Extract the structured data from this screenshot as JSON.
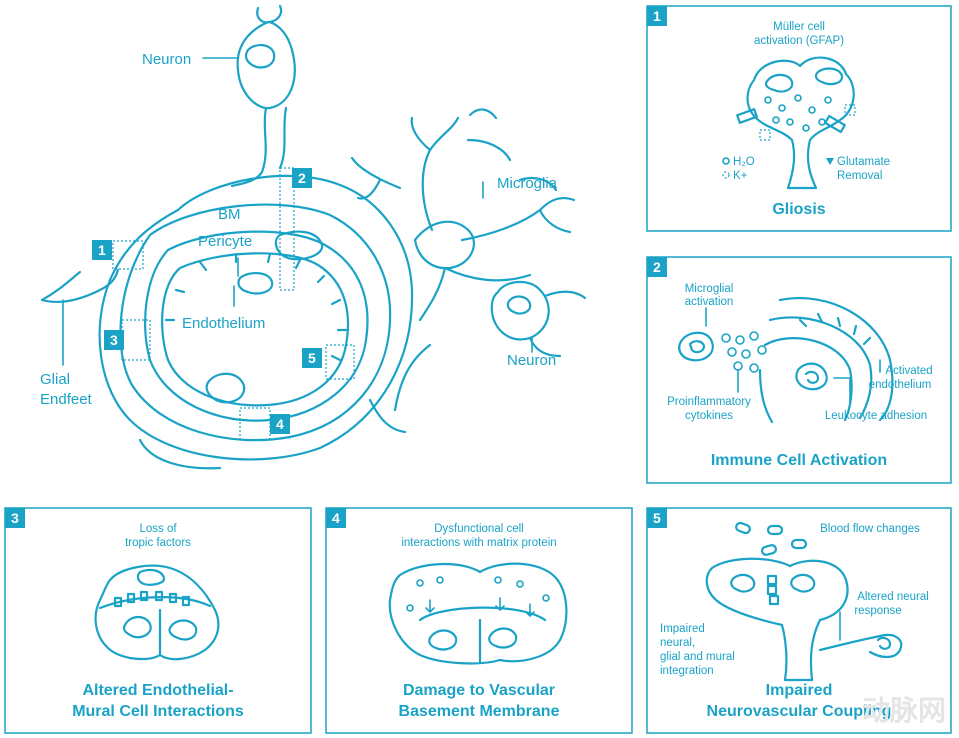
{
  "colors": {
    "accent": "#1aa3c6",
    "background": "#ffffff"
  },
  "main": {
    "neuron_top": "Neuron",
    "microglia": "Microglia",
    "neuron_right": "Neuron",
    "glial_1": "Glial",
    "glial_2": "Endfeet",
    "bm": "BM",
    "pericyte": "Pericyte",
    "endothelium": "Endothelium",
    "badges": [
      "1",
      "2",
      "3",
      "4",
      "5"
    ]
  },
  "panel1": {
    "badge": "1",
    "muller_1": "Müller cell",
    "muller_2": "activation (GFAP)",
    "h2o": "H₂O",
    "kplus": "K+",
    "glut_1": "Glutamate",
    "glut_2": "Removal",
    "title": "Gliosis"
  },
  "panel2": {
    "badge": "2",
    "micro_1": "Microglial",
    "micro_2": "activation",
    "activated_1": "Activated",
    "activated_2": "endothelium",
    "cyto_1": "Proinflammatory",
    "cyto_2": "cytokines",
    "leuko": "Leukocyte adhesion",
    "title": "Immune Cell Activation"
  },
  "panel3": {
    "badge": "3",
    "loss_1": "Loss of",
    "loss_2": "tropic factors",
    "title_1": "Altered Endothelial-",
    "title_2": "Mural Cell Interactions"
  },
  "panel4": {
    "badge": "4",
    "dys_1": "Dysfunctional cell",
    "dys_2": "interactions with matrix protein",
    "title_1": "Damage to Vascular",
    "title_2": "Basement Membrane"
  },
  "panel5": {
    "badge": "5",
    "blood": "Blood flow changes",
    "altered_1": "Altered neural",
    "altered_2": "response",
    "imp_1": "Impaired",
    "imp_2": "neural,",
    "imp_3": "glial and mural",
    "imp_4": "integration",
    "title_1": "Impaired",
    "title_2": "Neurovascular Coupling"
  },
  "watermark": "动脉网"
}
